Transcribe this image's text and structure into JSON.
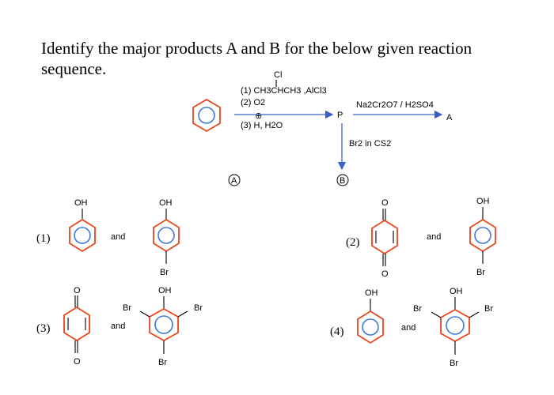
{
  "question": "Identify the major products A and B for the below given reaction sequence.",
  "scheme": {
    "reagent_cl": "Cl",
    "step1": "(1) CH3CHCH3 ,AlCl3",
    "step2": "(2) O2",
    "step3": "(3) H, H2O",
    "step3_charge": "⊕",
    "intermediate": "P",
    "oxidation": "Na2Cr2O7 / H2SO4",
    "product_a": "A",
    "bromination": "Br2 in CS2",
    "product_b": "B",
    "circled_a": "A",
    "circled_b": "B"
  },
  "options": [
    {
      "number": "(1)",
      "connector": "and"
    },
    {
      "number": "(2)",
      "connector": "and"
    },
    {
      "number": "(3)",
      "connector": "and"
    },
    {
      "number": "(4)",
      "connector": "and"
    }
  ],
  "labels": {
    "oh": "OH",
    "br": "Br",
    "o": "O"
  }
}
